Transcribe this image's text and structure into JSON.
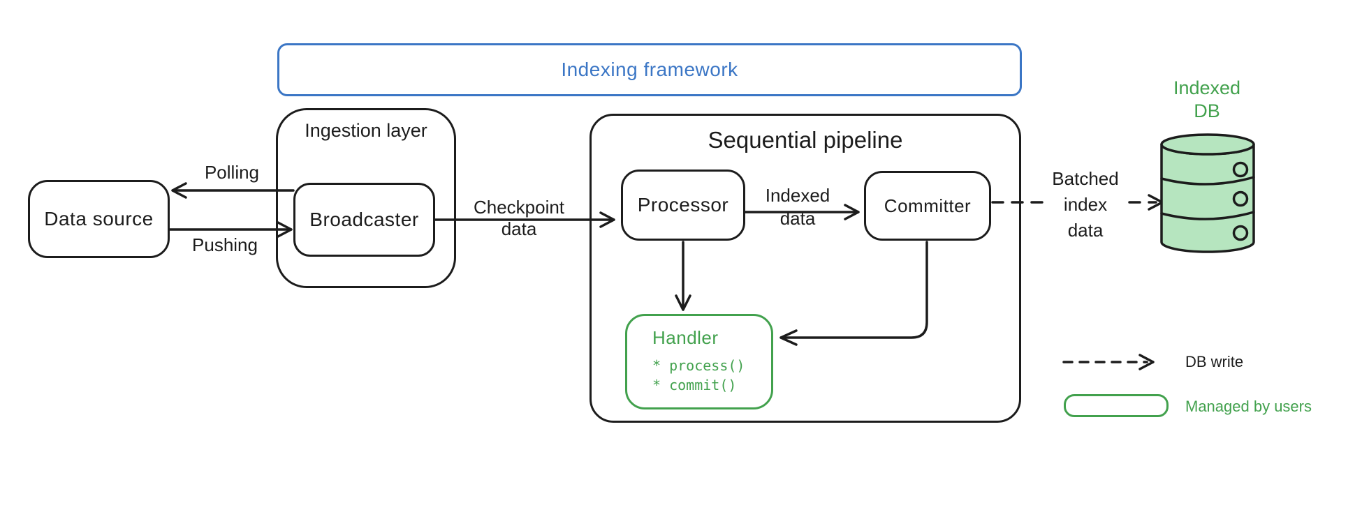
{
  "diagram": {
    "title": "Indexing framework",
    "nodes": {
      "data_source": {
        "label": "Data source"
      },
      "ingestion_layer": {
        "label": "Ingestion layer"
      },
      "broadcaster": {
        "label": "Broadcaster"
      },
      "sequential_pipeline": {
        "label": "Sequential pipeline"
      },
      "processor": {
        "label": "Processor"
      },
      "committer": {
        "label": "Committer"
      },
      "handler": {
        "label": "Handler",
        "methods": [
          "* process()",
          "* commit()"
        ]
      },
      "indexed_db": {
        "label": "Indexed DB"
      }
    },
    "edges": {
      "polling": {
        "label": "Polling"
      },
      "pushing": {
        "label": "Pushing"
      },
      "checkpoint_data": {
        "label": "Checkpoint data"
      },
      "indexed_data": {
        "label": "Indexed data"
      },
      "batched_index_data": {
        "label": "Batched index data"
      }
    },
    "legend": {
      "db_write": {
        "label": "DB write"
      },
      "managed_by_users": {
        "label": "Managed by users"
      }
    },
    "colors": {
      "accent_blue": "#3b76c5",
      "accent_green": "#42a14d",
      "db_fill": "#b6e5bf",
      "ink": "#1c1c1c"
    }
  }
}
